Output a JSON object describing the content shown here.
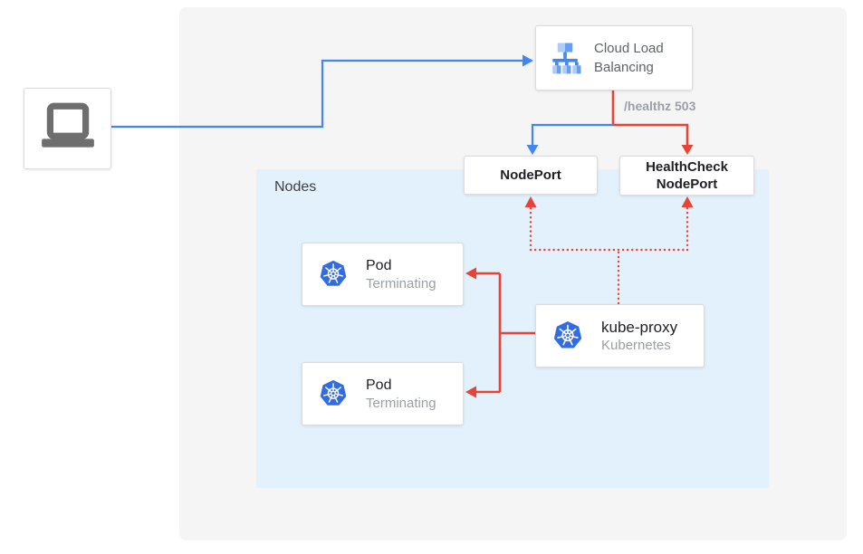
{
  "diagram": {
    "nodes_label": "Nodes",
    "clb": {
      "title": "Cloud Load Balancing"
    },
    "healthz_label": "/healthz 503",
    "nodeport": {
      "label": "NodePort"
    },
    "healthcheck": {
      "label": "HealthCheck NodePort"
    },
    "pods": [
      {
        "title": "Pod",
        "subtitle": "Terminating"
      },
      {
        "title": "Pod",
        "subtitle": "Terminating"
      }
    ],
    "kubeproxy": {
      "title": "kube-proxy",
      "subtitle": "Kubernetes"
    },
    "icons": [
      "laptop-icon",
      "cloud-load-balancing-icon",
      "kubernetes-icon"
    ]
  },
  "colors": {
    "blue": "#4285F4",
    "red": "#EA4335",
    "k8s_blue": "#326CE5",
    "gcp_blue": "#4285F4",
    "gcp_mid": "#669DF6",
    "gcp_light": "#AECBFA",
    "panel_bg": "#F5F5F5",
    "nodes_bg": "#E3F1FC",
    "card_border": "#DADCE0",
    "dark_text": "#202124",
    "med_text": "#3C4043",
    "gray_text": "#5F6368",
    "light_text": "#9AA0A6",
    "laptop_gray": "#6E6E6E"
  }
}
